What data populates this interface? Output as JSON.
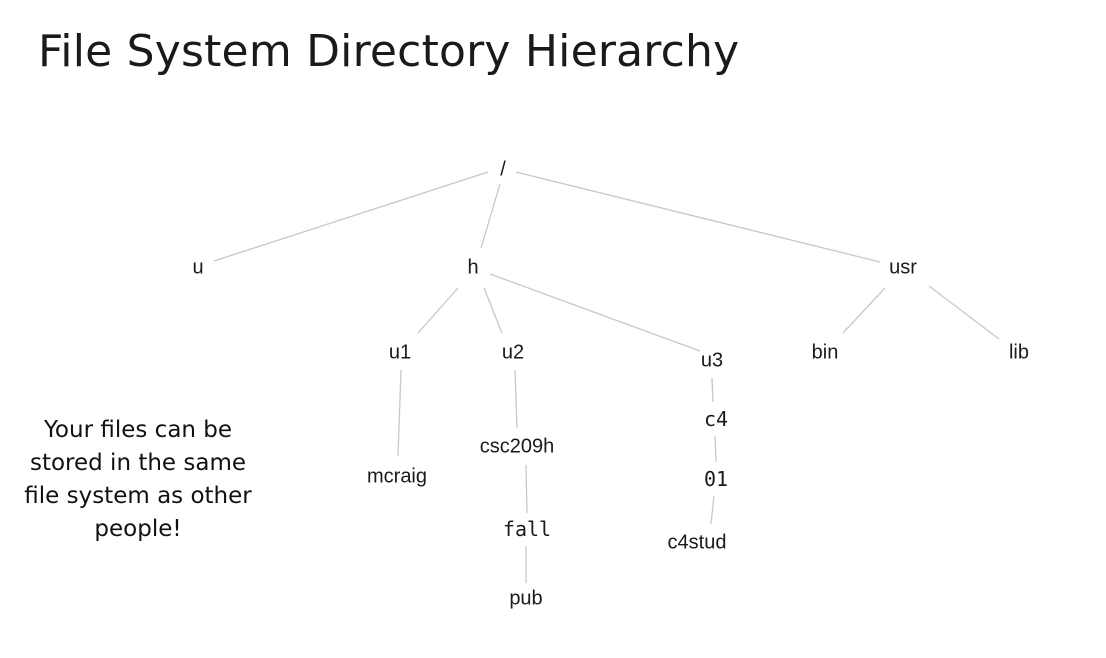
{
  "title": "File System Directory Hierarchy",
  "note": "Your files can be stored in the same file system as other people!",
  "tree": {
    "root": "/",
    "u": "u",
    "h": "h",
    "usr": "usr",
    "u1": "u1",
    "u2": "u2",
    "u3": "u3",
    "bin": "bin",
    "lib": "lib",
    "mcraig": "mcraig",
    "csc209h": "csc209h",
    "fall": "fall",
    "pub": "pub",
    "c4": "c4",
    "01": "01",
    "c4stud": "c4stud"
  }
}
